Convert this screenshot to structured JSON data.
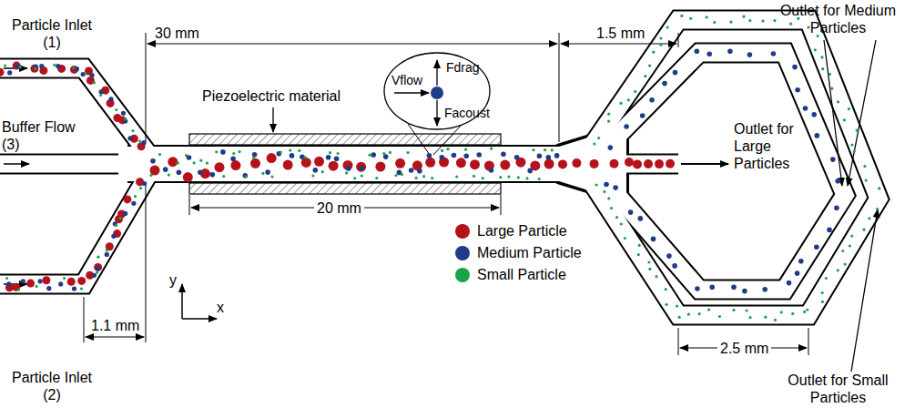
{
  "diagram": {
    "labels": [
      "30 mm",
      "1.5 mm",
      "Outlet for Medium Particles",
      "Particle Inlet (1)",
      "Piezoelectric material",
      "Vflow",
      "Fdrag",
      "Facoust",
      "Buffer Flow (3)",
      "Outlet for Large Particles",
      "20 mm",
      "y",
      "x",
      "1.1 mm",
      "Particle Inlet (2)",
      "2.5 mm",
      "Outlet for Small Particles"
    ],
    "legend": [
      {
        "text": "Large Particle",
        "color": "#b5121b"
      },
      {
        "text": "Medium Particle",
        "color": "#1f3c88"
      },
      {
        "text": "Small Particle",
        "color": "#1aa34a"
      }
    ]
  }
}
